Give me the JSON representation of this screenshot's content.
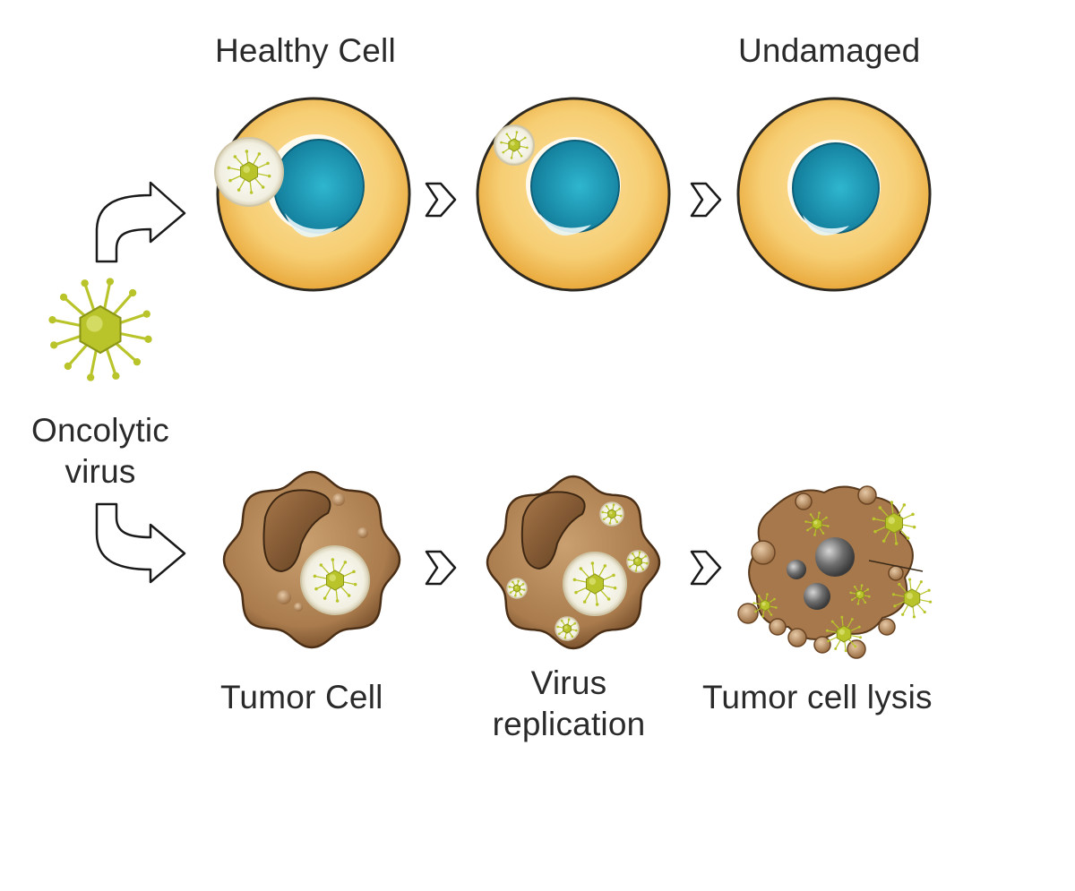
{
  "labels": {
    "healthy_cell": "Healthy Cell",
    "undamaged": "Undamaged",
    "oncolytic_line1": "Oncolytic",
    "oncolytic_line2": "virus",
    "tumor_cell": "Tumor Cell",
    "virus_replication_line1": "Virus",
    "virus_replication_line2": "replication",
    "tumor_cell_lysis": "Tumor cell lysis"
  },
  "colors": {
    "healthy_cytoplasm": "#f4c766",
    "healthy_membrane": "#2e2a22",
    "nucleus": "#1e9bb8",
    "tumor_body": "#b58759",
    "tumor_dark": "#5a3a1c",
    "virus": "#b9c42a",
    "vesicle": "#f4f2e4",
    "arrow_stroke": "#1a1a1a"
  }
}
